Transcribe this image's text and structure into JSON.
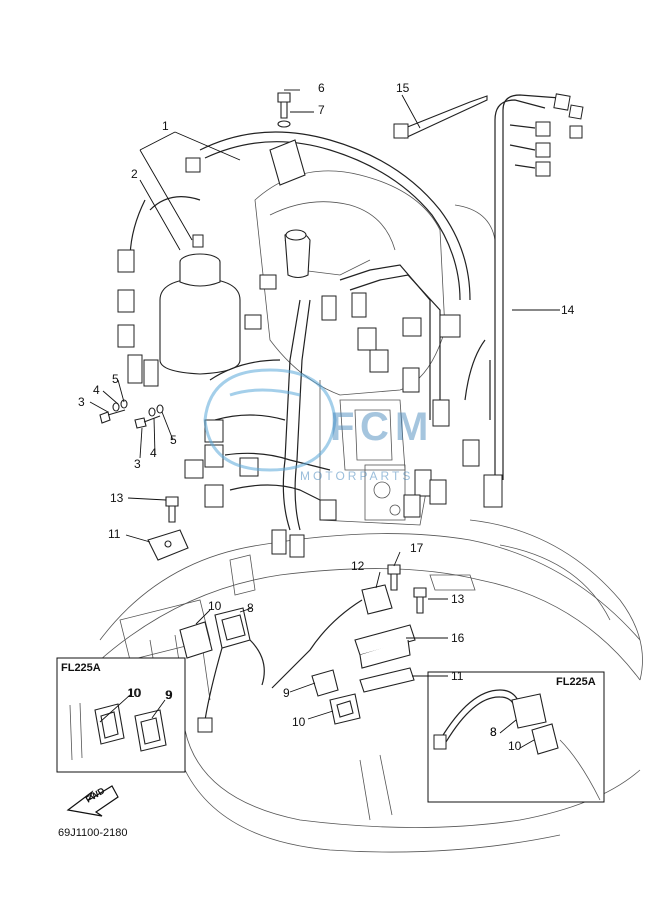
{
  "diagram": {
    "callouts": [
      "1",
      "2",
      "3",
      "4",
      "5",
      "3",
      "4",
      "5",
      "6",
      "7",
      "8",
      "8",
      "9",
      "9",
      "10",
      "10",
      "10",
      "11",
      "11",
      "12",
      "13",
      "13",
      "14",
      "15",
      "16",
      "17"
    ],
    "insets": [
      {
        "title": "FL225A",
        "callouts": [
          "10",
          "9"
        ]
      },
      {
        "title": "FL225A",
        "callouts": [
          "8",
          "10"
        ]
      }
    ],
    "fwd_label": "FWD",
    "drawing_code": "69J1100-2180",
    "watermark": "MOTORPARTS"
  },
  "colors": {
    "line": "#222222",
    "watermark": "#3a7fb8"
  }
}
